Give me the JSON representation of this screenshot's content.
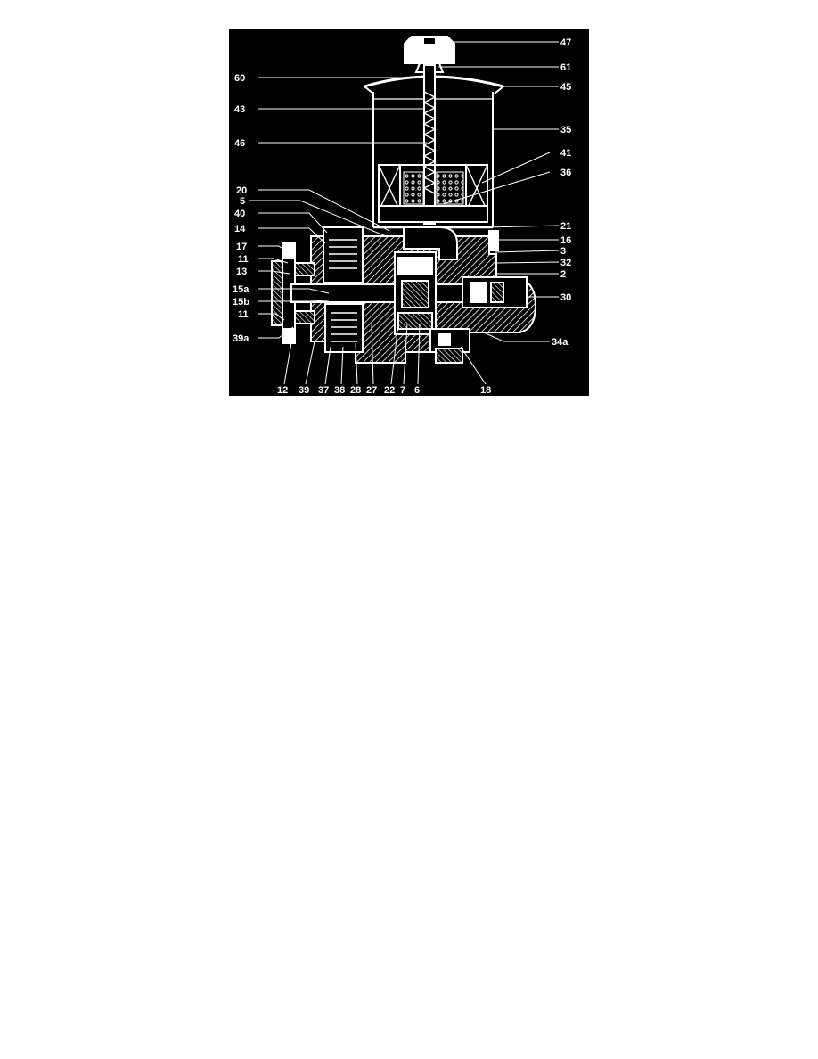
{
  "diagram": {
    "colors": {
      "background": "#000000",
      "lines": "#ffffff",
      "labels": "#ffffff"
    },
    "callouts": [
      {
        "id": "c47",
        "text": "47"
      },
      {
        "id": "c61",
        "text": "61"
      },
      {
        "id": "c60",
        "text": "60"
      },
      {
        "id": "c45",
        "text": "45"
      },
      {
        "id": "c43",
        "text": "43"
      },
      {
        "id": "c35",
        "text": "35"
      },
      {
        "id": "c46",
        "text": "46"
      },
      {
        "id": "c41",
        "text": "41"
      },
      {
        "id": "c36",
        "text": "36"
      },
      {
        "id": "c20",
        "text": "20"
      },
      {
        "id": "c5",
        "text": "5"
      },
      {
        "id": "c40",
        "text": "40"
      },
      {
        "id": "c21",
        "text": "21"
      },
      {
        "id": "c14",
        "text": "14"
      },
      {
        "id": "c16",
        "text": "16"
      },
      {
        "id": "c17",
        "text": "17"
      },
      {
        "id": "c3",
        "text": "3"
      },
      {
        "id": "c11a",
        "text": "11"
      },
      {
        "id": "c32",
        "text": "32"
      },
      {
        "id": "c13",
        "text": "13"
      },
      {
        "id": "c2",
        "text": "2"
      },
      {
        "id": "c15a",
        "text": "15a"
      },
      {
        "id": "c15b",
        "text": "15b"
      },
      {
        "id": "c30",
        "text": "30"
      },
      {
        "id": "c11b",
        "text": "11"
      },
      {
        "id": "c39a",
        "text": "39a"
      },
      {
        "id": "c34a",
        "text": "34a"
      },
      {
        "id": "c12",
        "text": "12"
      },
      {
        "id": "c39",
        "text": "39"
      },
      {
        "id": "c37",
        "text": "37"
      },
      {
        "id": "c38",
        "text": "38"
      },
      {
        "id": "c28",
        "text": "28"
      },
      {
        "id": "c27",
        "text": "27"
      },
      {
        "id": "c22",
        "text": "22"
      },
      {
        "id": "c7",
        "text": "7"
      },
      {
        "id": "c6",
        "text": "6"
      },
      {
        "id": "c18",
        "text": "18"
      }
    ]
  }
}
